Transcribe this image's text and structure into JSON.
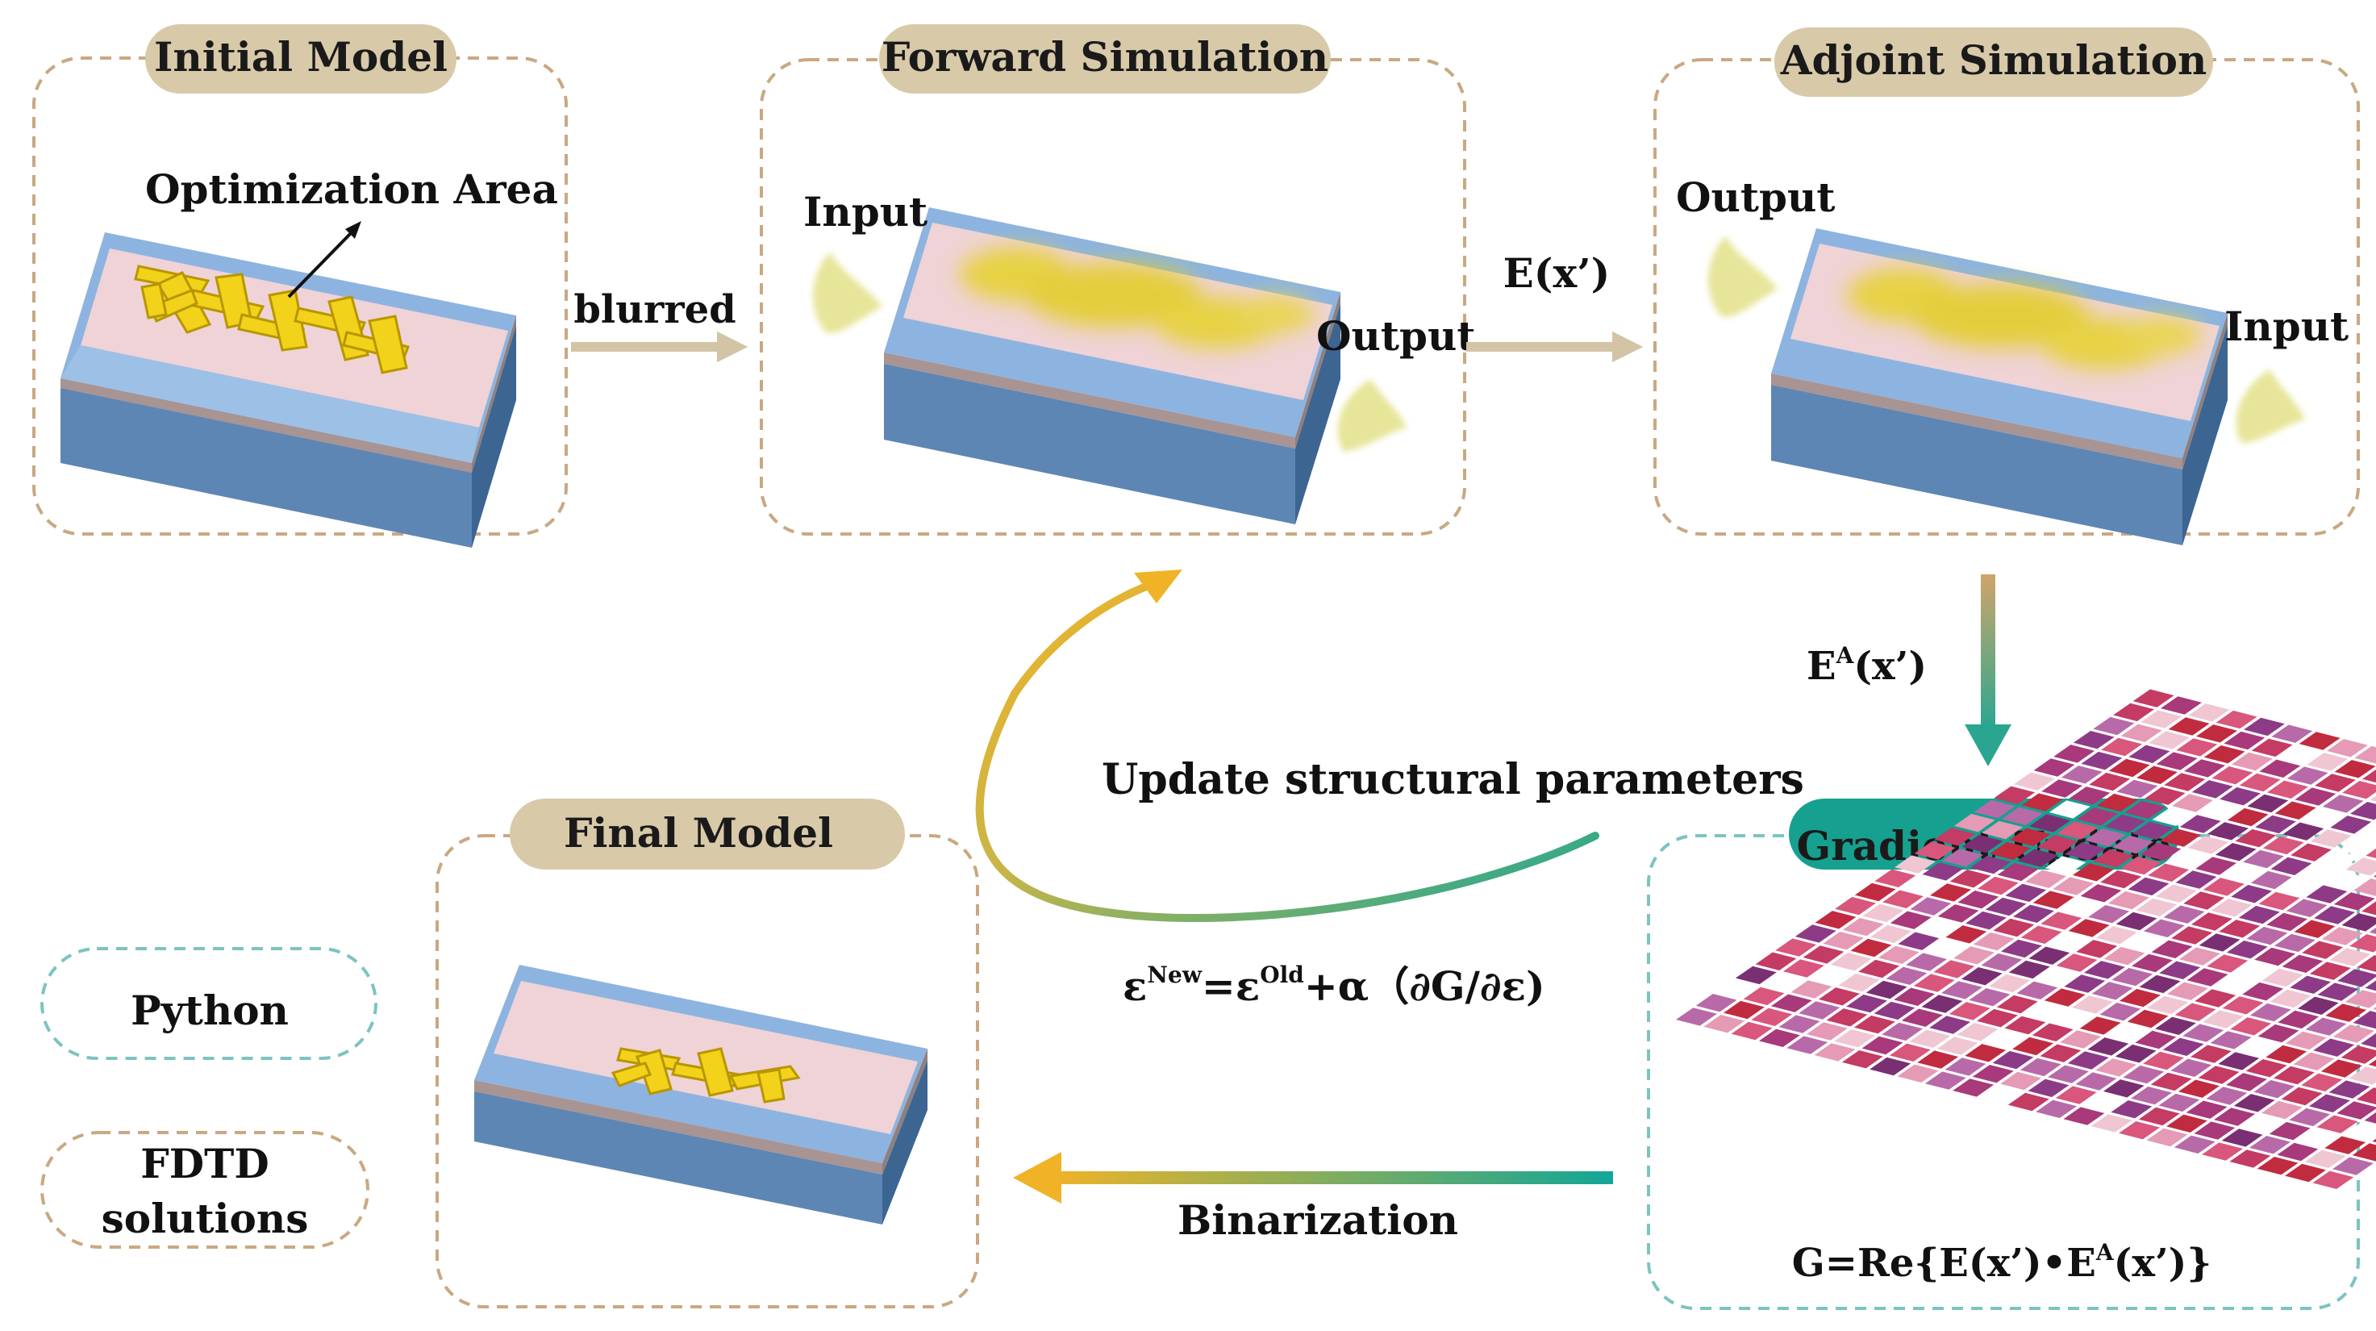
{
  "panels": {
    "initial": {
      "title": "Initial Model",
      "annotation": "Optimization Area"
    },
    "forward": {
      "title": "Forward Simulation",
      "input_label": "Input",
      "output_label": "Output"
    },
    "adjoint": {
      "title": "Adjoint Simulation",
      "output_label": "Output",
      "input_label": "Input"
    },
    "gradient": {
      "title": "Gradient Update",
      "formula": "G=Re{E(x’)•E^A(x’)}"
    },
    "final": {
      "title": "Final Model"
    }
  },
  "arrows": {
    "blurred": "blurred",
    "forward_field": "E(x’)",
    "adjoint_field": "E^A(x’)",
    "update": "Update structural parameters",
    "binarization": "Binarization"
  },
  "update_rule": {
    "lhs_base": "ε",
    "lhs_sup": "New",
    "eq": "=",
    "old_base": "ε",
    "old_sup": "Old",
    "rhs": "+α（∂G/∂ε)"
  },
  "legend": {
    "python": "Python",
    "fdtd_line1": "FDTD",
    "fdtd_line2": "solutions"
  },
  "colors": {
    "box_border_brown": "#c9a882",
    "box_border_teal": "#7cc4c0",
    "title_pill": "#d8c9a9",
    "gradient_pill": "#16a08f",
    "arrow_tan": "#d3c4a6",
    "substrate_blue": "#7aa8d6",
    "cladding_pink": "#efd3d6",
    "gold": "#f2d21a",
    "gradient_gold": "#e8b33a",
    "gradient_teal": "#12a697"
  }
}
